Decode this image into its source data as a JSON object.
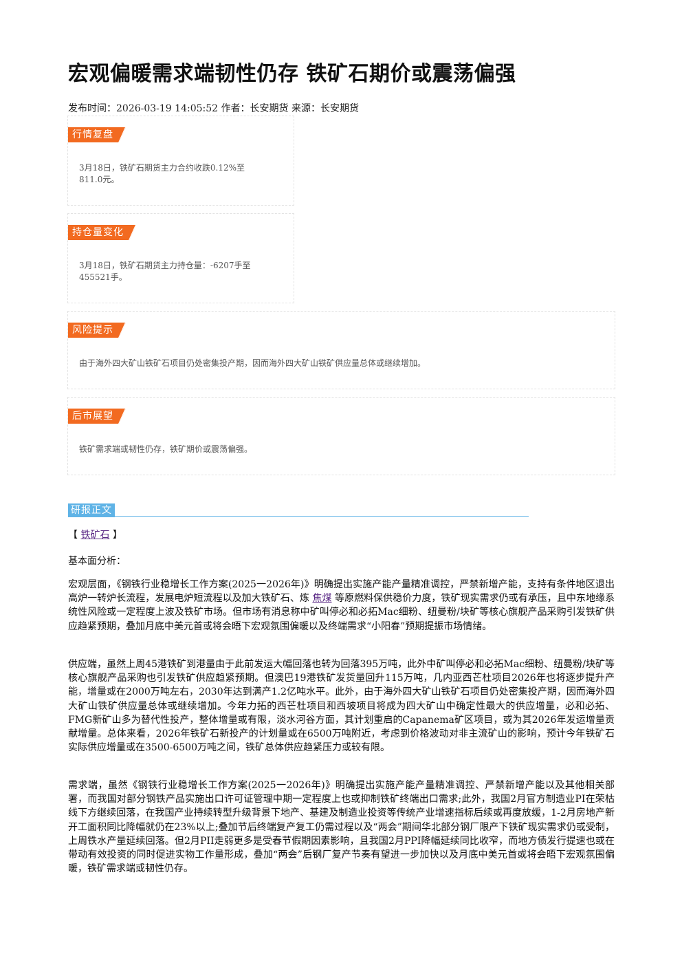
{
  "header": {
    "title": "宏观偏暖需求端韧性仍存 铁矿石期价或震荡偏强",
    "meta": "发布时间：2026-03-19 14:05:52 作者：长安期货 来源：长安期货"
  },
  "sections": {
    "market_review": {
      "tag": "行情复盘",
      "line1": "3月18日，铁矿石期货主力合约收跌0.12%至",
      "line2": "811.0元。"
    },
    "position_change": {
      "tag": "持仓量变化",
      "line1": "3月18日，铁矿石期货主力持仓量：-6207手至",
      "line2": "455521手。"
    },
    "risk_warning": {
      "tag": "风险提示",
      "text": "由于海外四大矿山铁矿石项目仍处密集投产期，因而海外四大矿山铁矿供应量总体或继续增加。"
    },
    "outlook": {
      "tag": "后市展望",
      "text": "铁矿需求端或韧性仍存，铁矿期价或震荡偏强。"
    }
  },
  "report": {
    "tag": "研报正文",
    "crumb_open": "【",
    "crumb_link": "铁矿石",
    "crumb_close": "】",
    "subtitle": "基本面分析：",
    "p1_before": "宏观层面，《钢铁行业稳增长工作方案(2025一2026年)》明确提出实施产能产量精准调控，严禁新增产能，支持有条件地区退出高炉一转炉长流程，发展电炉短流程以及加大铁矿石、炼",
    "p1_link": "焦煤",
    "p1_after": "等原燃料保供稳价力度，铁矿现实需求仍或有承压，且中东地缘系统性风险或一定程度上波及铁矿市场。但市场有消息称中矿叫停必和必拓Mac细粉、纽曼粉/块矿等核心旗舰产品采购引发铁矿供应趋紧预期，叠加月底中美元首或将会晤下宏观氛围偏暖以及终端需求“小阳春”预期提振市场情绪。",
    "p2": "供应端，虽然上周45港铁矿到港量由于此前发运大幅回落也转为回落395万吨，此外中矿叫停必和必拓Mac细粉、纽曼粉/块矿等核心旗舰产品采购也引发铁矿供应趋紧预期。但澳巴19港铁矿发货量回升115万吨，几内亚西芒杜项目2026年也将逐步提升产能，增量或在2000万吨左右，2030年达到满产1.2亿吨水平。此外，由于海外四大矿山铁矿石项目仍处密集投产期，因而海外四大矿山铁矿供应量总体或继续增加。今年力拓的西芒杜项目和西坡项目将成为四大矿山中确定性最大的供应增量，必和必拓、FMG新矿山多为替代性投产，整体增量或有限，淡水河谷方面，其计划重启的Capanema矿区项目，或为其2026年发运增量贡献增量。总体来看，2026年铁矿石新投产的计划量或在6500万吨附近，考虑到价格波动对非主流矿山的影响，预计今年铁矿石实际供应增量或在3500-6500万吨之间，铁矿总体供应趋紧压力或较有限。",
    "p3": "需求端，虽然《钢铁行业稳增长工作方案(2025一2026年)》明确提出实施产能产量精准调控、严禁新增产能以及其他相关部署，而我国对部分钢铁产品实施出口许可证管理中期一定程度上也或抑制铁矿终端出口需求;此外，我国2月官方制造业PI在荣枯线下方继续回落，在我国产业持续转型升级背景下地产、基建及制造业投资等传统产业增速指标后续或再度放缓，1-2月房地产新开工面积同比降幅就仍在23%以上;叠加节后终端复产复工仍需过程以及“两会”期间华北部分钢厂限产下铁矿现实需求仍或受制，上周铁水产量延续回落。但2月PII走弱更多是受春节假期因素影响，且我国2月PPI降幅延续同比收窄，而地方债发行提速也或在带动有效投资的同时促进实物工作量形成，叠加“两会”后钢厂复产节奏有望进一步加快以及月底中美元首或将会晤下宏观氛围偏暖，铁矿需求端或韧性仍存。"
  }
}
